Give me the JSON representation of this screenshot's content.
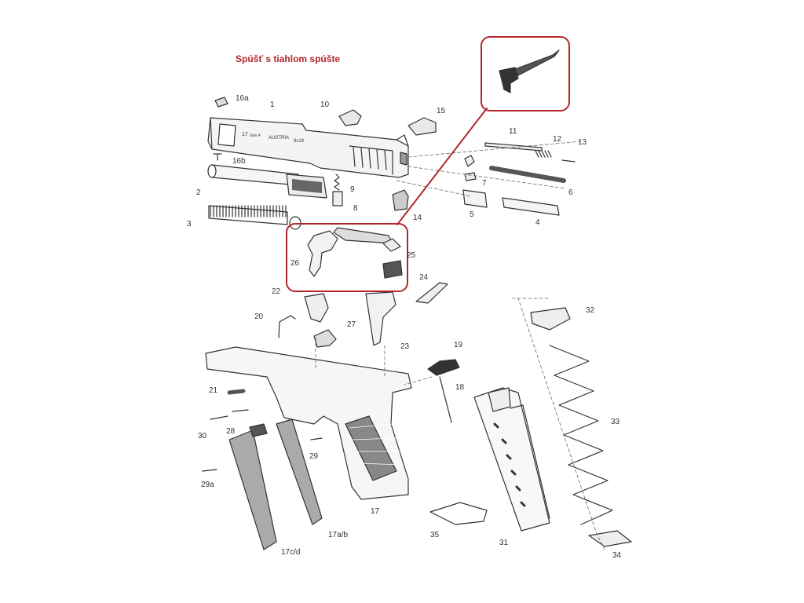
{
  "title": "Spúšť s tiahlom spúšte",
  "accent_color": "#b3262c",
  "part_labels": {
    "p1": "1",
    "p2": "2",
    "p3": "3",
    "p4": "4",
    "p5": "5",
    "p6": "6",
    "p7": "7",
    "p8": "8",
    "p9": "9",
    "p10": "10",
    "p11": "11",
    "p12": "12",
    "p13": "13",
    "p14": "14",
    "p15": "15",
    "p16a": "16a",
    "p16b": "16b",
    "p17": "17",
    "p17ab": "17a/b",
    "p17cd": "17c/d",
    "p18": "18",
    "p19": "19",
    "p20": "20",
    "p21": "21",
    "p22": "22",
    "p23": "23",
    "p24": "24",
    "p25": "25",
    "p26": "26",
    "p27": "27",
    "p28": "28",
    "p29": "29",
    "p29a": "29a",
    "p30": "30",
    "p31": "31",
    "p32": "32",
    "p33": "33",
    "p34": "34",
    "p35": "35"
  },
  "slide_engraving": {
    "model": "17",
    "gen": "Gen 4",
    "country": "AUSTRIA",
    "caliber": "9x19"
  }
}
